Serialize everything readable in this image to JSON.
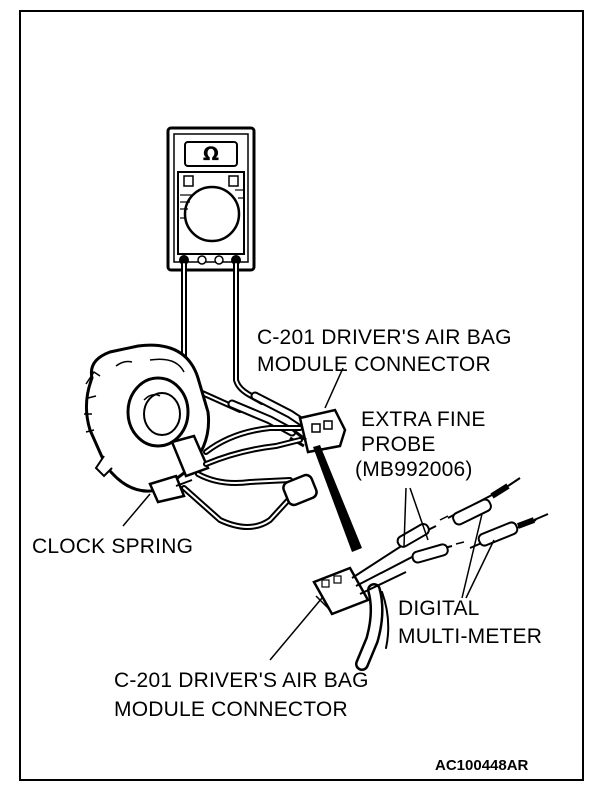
{
  "labels": {
    "connector_top_line1": "C-201 DRIVER'S AIR BAG",
    "connector_top_line2": "MODULE CONNECTOR",
    "probe_line1": "EXTRA FINE",
    "probe_line2": "PROBE",
    "probe_line3": "(MB992006)",
    "clock_spring": "CLOCK SPRING",
    "meter_line1": "DIGITAL",
    "meter_line2": "MULTI-METER",
    "connector_bottom_line1": "C-201 DRIVER'S AIR BAG",
    "connector_bottom_line2": "MODULE CONNECTOR"
  },
  "meter_display_symbol": "Ω",
  "figure_code": "AC100448AR"
}
